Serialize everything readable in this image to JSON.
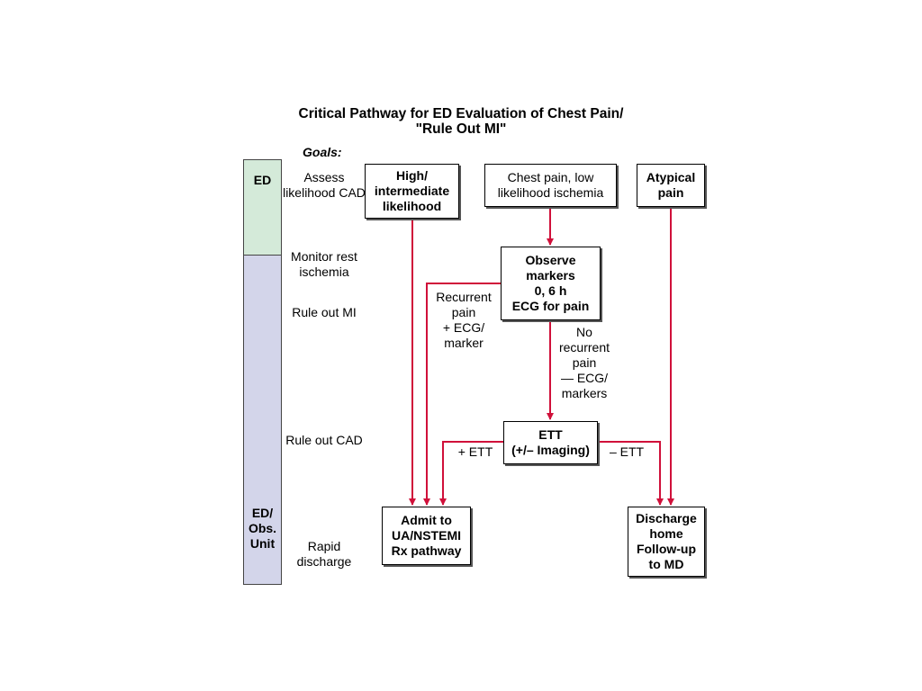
{
  "title": {
    "line1": "Critical Pathway for ED Evaluation of Chest Pain/",
    "line2": "\"Rule Out MI\""
  },
  "goals_heading": "Goals:",
  "phases": [
    {
      "label": "ED",
      "color": "#d4ead9"
    },
    {
      "label": "ED/\nObs.\nUnit",
      "color": "#d3d5ea"
    }
  ],
  "goals": [
    "Assess likelihood CAD",
    "Monitor rest ischemia",
    "Rule out MI",
    "Rule out CAD",
    "Rapid discharge"
  ],
  "boxes": {
    "high": "High/\nintermediate\nlikelihood",
    "low": "Chest pain, low\nlikelihood ischemia",
    "atypical": "Atypical\npain",
    "observe": "Observe\nmarkers\n0, 6 h\nECG for pain",
    "ett": "ETT\n(+/– Imaging)",
    "admit": "Admit to\nUA/NSTEMI\nRx pathway",
    "discharge": "Discharge\nhome\nFollow-up\nto MD"
  },
  "labels": {
    "recurrent": "Recurrent\npain\n+ ECG/\nmarker",
    "no_recurrent": "No\nrecurrent\npain\n— ECG/\nmarkers",
    "plus_ett": "+ ETT",
    "minus_ett": "– ETT"
  },
  "colors": {
    "arrow": "#d0103a",
    "ed_phase": "#d4ead9",
    "obs_phase": "#d3d5ea"
  }
}
